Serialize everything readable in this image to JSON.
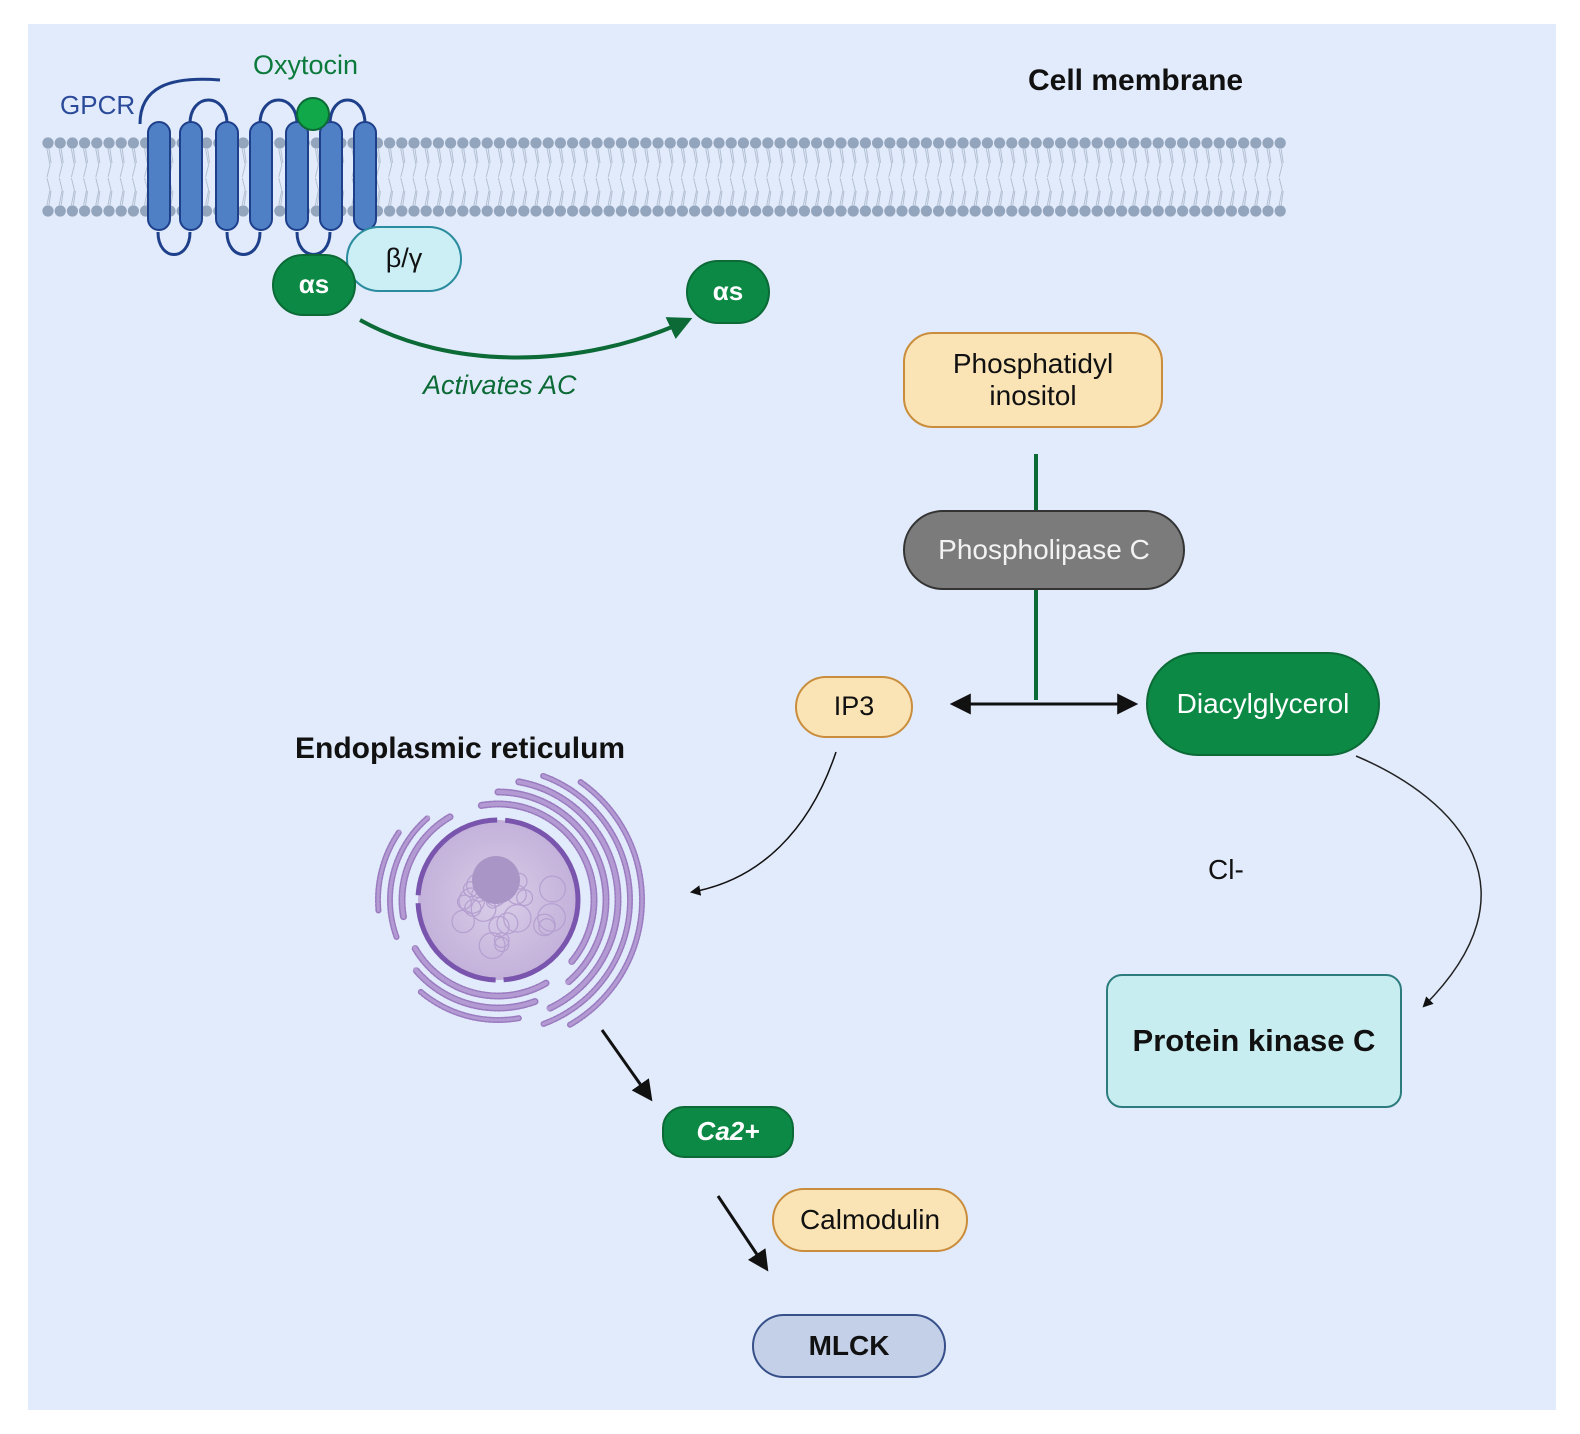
{
  "labels": {
    "gpcr": "GPCR",
    "oxytocin": "Oxytocin",
    "cell_membrane": "Cell membrane",
    "beta_gamma": "β/γ",
    "alpha_s_bound": "αs",
    "alpha_s_free": "αs",
    "activates_ac": "Activates AC",
    "phosphatidyl_inositol": "Phosphatidyl inositol",
    "phospholipase_c": "Phospholipase C",
    "ip3": "IP3",
    "diacylglycerol": "Diacylglycerol",
    "endoplasmic_reticulum": "Endoplasmic reticulum",
    "chloride": "Cl-",
    "protein_kinase_c": "Protein kinase C",
    "calcium": "Ca2+",
    "calmodulin": "Calmodulin",
    "mlck": "MLCK"
  },
  "colors": {
    "background": "#e2ebfb",
    "receptor_blue": "#4f7fc4",
    "g_protein_green": "#0c8a45",
    "tan_fill": "#fae3b5",
    "tan_border": "#c98d3c",
    "er_purple": "#9a7bc0",
    "membrane_grey": "#93a5bd"
  }
}
